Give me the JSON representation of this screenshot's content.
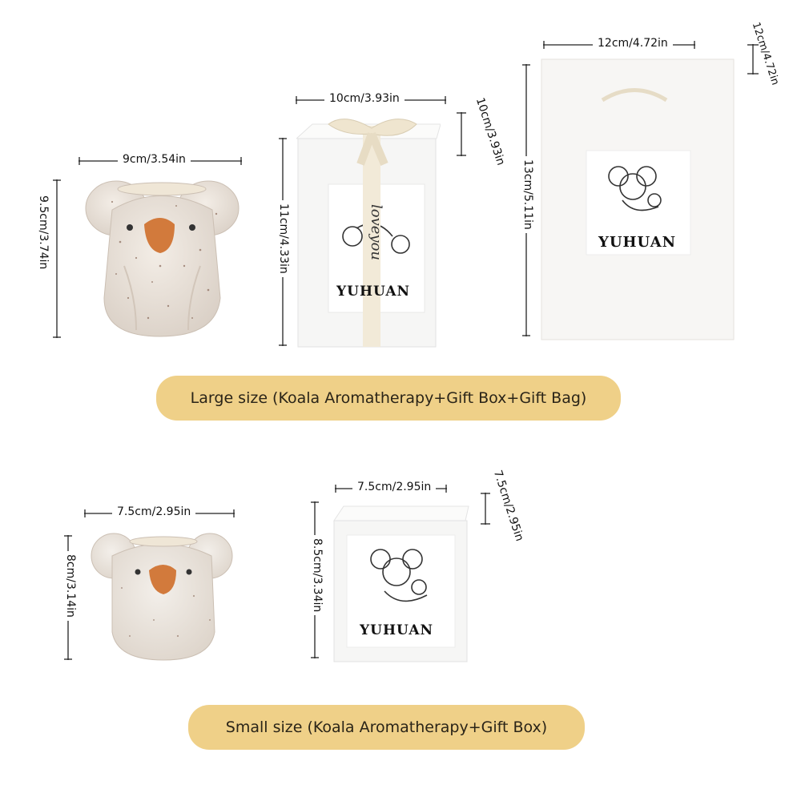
{
  "large": {
    "koala": {
      "width": "9cm/3.54in",
      "height": "9.5cm/3.74in"
    },
    "box": {
      "width": "10cm/3.93in",
      "depth": "10cm/3.93in",
      "height": "11cm/4.33in",
      "ribbon_text": "loveyou"
    },
    "bag": {
      "width": "12cm/4.72in",
      "depth": "12cm/4.72in",
      "height": "13cm/5.11in"
    },
    "banner": "Large size (Koala Aromatherapy+Gift Box+Gift Bag)"
  },
  "small": {
    "koala": {
      "width": "7.5cm/2.95in",
      "height": "8cm/3.14in"
    },
    "box": {
      "width": "7.5cm/2.95in",
      "depth": "7.5cm/2.95in",
      "height": "8.5cm/3.34in"
    },
    "banner": "Small size (Koala Aromatherapy+Gift Box)"
  },
  "brand": "YUHUAN",
  "colors": {
    "banner": "#efd088",
    "ceramic": "#ece4dc",
    "nose": "#d27a3c",
    "packaging": "#f7f6f4"
  }
}
